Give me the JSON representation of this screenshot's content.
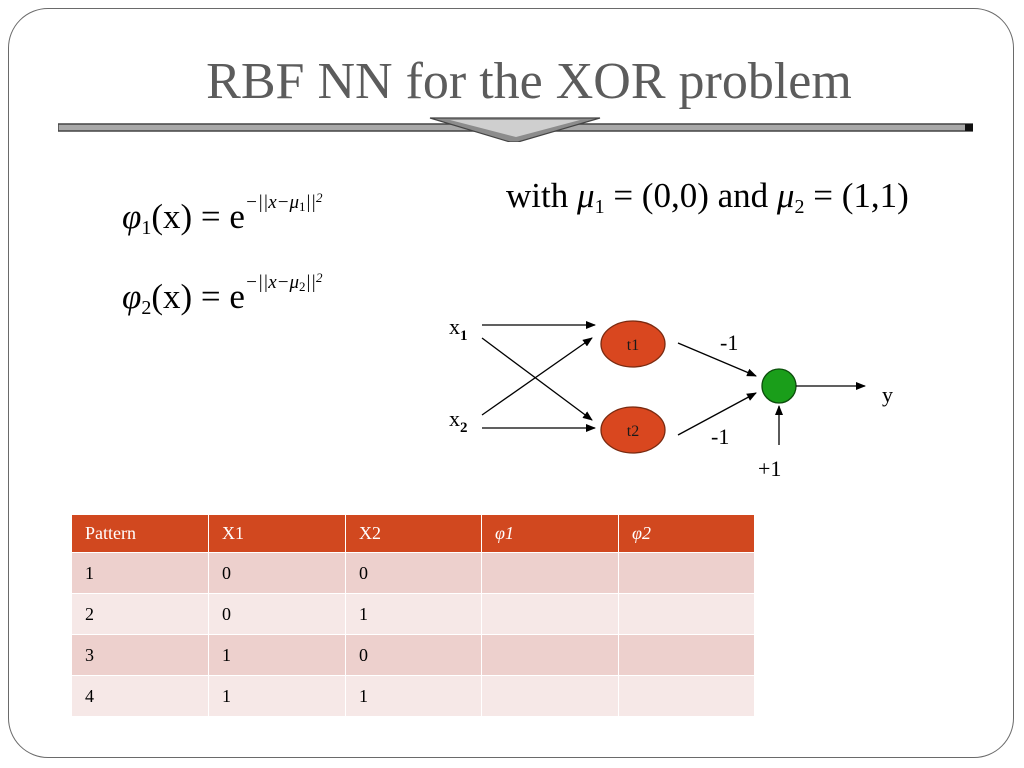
{
  "title": "RBF NN for the XOR problem",
  "formulas": [
    {
      "lhs": "φ",
      "sub": "1",
      "arg": "(x) = e",
      "exp": "−||x−μ",
      "exp_sub": "1",
      "exp_tail": "||",
      "exp_sup": "2"
    },
    {
      "lhs": "φ",
      "sub": "2",
      "arg": "(x) = e",
      "exp": "−||x−μ",
      "exp_sub": "2",
      "exp_tail": "||",
      "exp_sup": "2"
    }
  ],
  "with_clause": {
    "with": "with",
    "mu": "μ",
    "mu1_sub": "1",
    "mu1_value": "= (0,0)",
    "and": "and",
    "mu2_sub": "2",
    "mu2_value": "= (1,1)"
  },
  "network": {
    "input1": {
      "label": "x",
      "sub": "1"
    },
    "input2": {
      "label": "x",
      "sub": "2"
    },
    "hidden1": "t1",
    "hidden2": "t2",
    "weight1": "-1",
    "weight2": "-1",
    "bias": "+1",
    "output": "y",
    "hidden_color": "#d9471f",
    "output_color": "#1a9e1a"
  },
  "table": {
    "headers": [
      "Pattern",
      "X1",
      "X2",
      "φ1",
      "φ2"
    ],
    "rows": [
      [
        "1",
        "0",
        "0",
        "",
        ""
      ],
      [
        "2",
        "0",
        "1",
        "",
        ""
      ],
      [
        "3",
        "1",
        "0",
        "",
        ""
      ],
      [
        "4",
        "1",
        "1",
        "",
        ""
      ]
    ],
    "header_color": "#d1481f",
    "row_colors": [
      "#edd0cd",
      "#f6e8e7"
    ]
  }
}
